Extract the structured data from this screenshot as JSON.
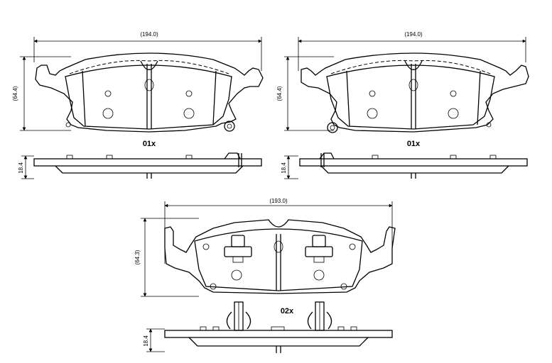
{
  "pads": {
    "left": {
      "width_label": "(194.0)",
      "height_label": "(64.4)",
      "thickness_label": "18.4",
      "quantity_label": "01x"
    },
    "right": {
      "width_label": "(194.0)",
      "height_label": "(64.4)",
      "thickness_label": "18.4",
      "quantity_label": "01x"
    },
    "bottom": {
      "width_label": "(193.0)",
      "height_label": "(64.3)",
      "thickness_label": "18.4",
      "quantity_label": "02x"
    }
  },
  "colors": {
    "line": "#000000",
    "background": "#ffffff"
  }
}
